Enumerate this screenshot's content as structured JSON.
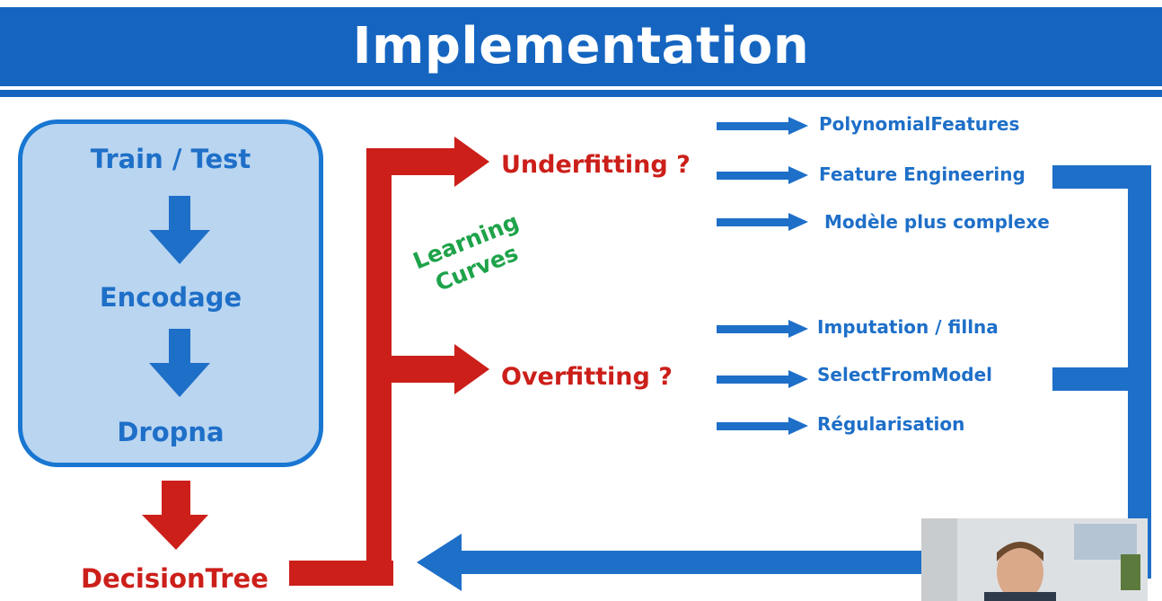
{
  "title": "Implementation",
  "pipeline": {
    "steps": [
      "Train / Test",
      "Encodage",
      "Dropna"
    ],
    "model": "DecisionTree"
  },
  "learning_curves": [
    "Learning",
    "Curves"
  ],
  "underfitting": {
    "label": "Underfitting ?",
    "remedies": [
      "PolynomialFeatures",
      "Feature Engineering",
      "Modèle plus complexe"
    ]
  },
  "overfitting": {
    "label": "Overfitting ?",
    "remedies": [
      "Imputation / fillna",
      "SelectFromModel",
      "Régularisation"
    ]
  },
  "colors": {
    "header": "#1565c0",
    "box_fill": "#b9d5f0",
    "blue": "#1e6fc8",
    "red": "#cc1f1a",
    "green": "#1ea34a"
  }
}
